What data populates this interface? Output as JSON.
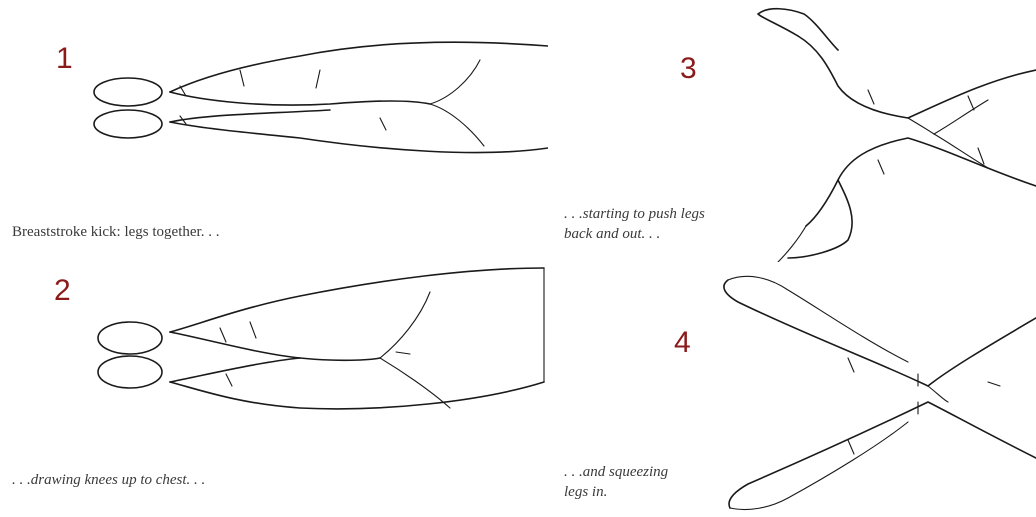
{
  "panels": [
    {
      "number": "1",
      "caption": "Breaststroke kick: legs together. . ."
    },
    {
      "number": "2",
      "caption": ". . .drawing knees up to chest. . ."
    },
    {
      "number": "3",
      "caption": ". . .starting to push legs\nback and out. . ."
    },
    {
      "number": "4",
      "caption": ". . .and squeezing\nlegs in."
    }
  ],
  "colors": {
    "number": "#8b1a1a",
    "caption": "#3a3a3a",
    "ink": "#1a1a1a"
  }
}
